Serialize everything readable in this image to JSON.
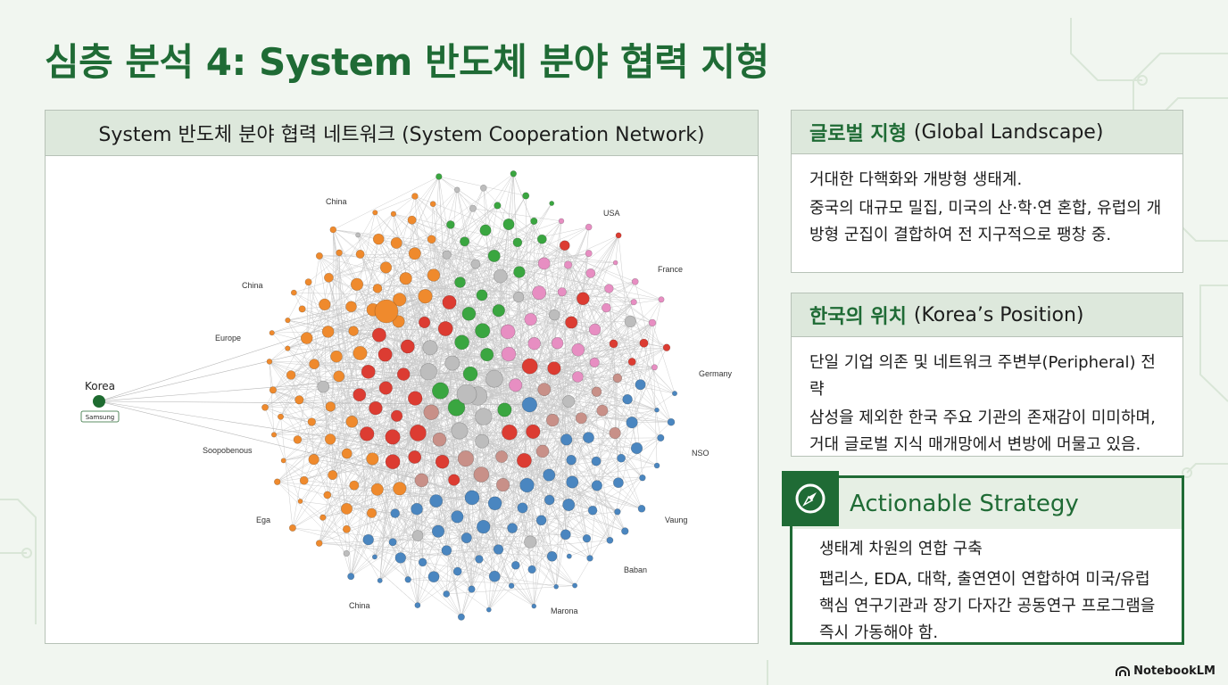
{
  "page_title": "심층 분석 4: System 반도체 분야 협력 지형",
  "network": {
    "title": "System 반도체 분야 협력 네트워크 (System Cooperation Network)",
    "korea_label": "Korea",
    "samsung_label": "Samsung",
    "node_labels": {
      "china_top": "China",
      "usa": "USA",
      "france": "France",
      "china_left": "China",
      "europe": "Europe",
      "germany": "Germany",
      "soopbenous": "Soopobenous",
      "nso": "NSO",
      "ega": "Ega",
      "vaung": "Vaung",
      "baban": "Baban",
      "china_bottom": "China",
      "marona": "Marona"
    },
    "colors": {
      "orange": "#ef8a2d",
      "red": "#dc3c32",
      "green": "#3aa640",
      "pink": "#e78ec2",
      "blue": "#4a86c0",
      "gray": "#bdbdbd",
      "rose": "#c89088",
      "korea": "#1e6b30",
      "edge": "#c8c8c8"
    }
  },
  "global": {
    "title_ko": "글로벌 지형",
    "title_en": "(Global Landscape)",
    "lead": "거대한 다핵화와 개방형 생태계.",
    "body": "중국의 대규모 밀집, 미국의 산·학·연 혼합, 유럽의 개방형 군집이 결합하여 전 지구적으로 팽창 중."
  },
  "korea_position": {
    "title_ko": "한국의 위치",
    "title_en": "(Korea’s Position)",
    "lead": "단일 기업 의존 및 네트워크 주변부(Peripheral) 전략",
    "body": "삼성을 제외한 한국 주요 기관의 존재감이 미미하며, 거대 글로벌 지식 매개망에서 변방에 머물고 있음."
  },
  "strategy": {
    "title": "Actionable Strategy",
    "lead": "생태계 차원의 연합 구축",
    "body": "팹리스, EDA, 대학, 출연연이 연합하여 미국/유럽 핵심 연구기관과 장기 다자간 공동연구 프로그램을 즉시 가동해야 함.",
    "icon": "compass-icon"
  },
  "brand": {
    "name": "NotebookLM",
    "icon": "notebooklm-logo-icon"
  }
}
